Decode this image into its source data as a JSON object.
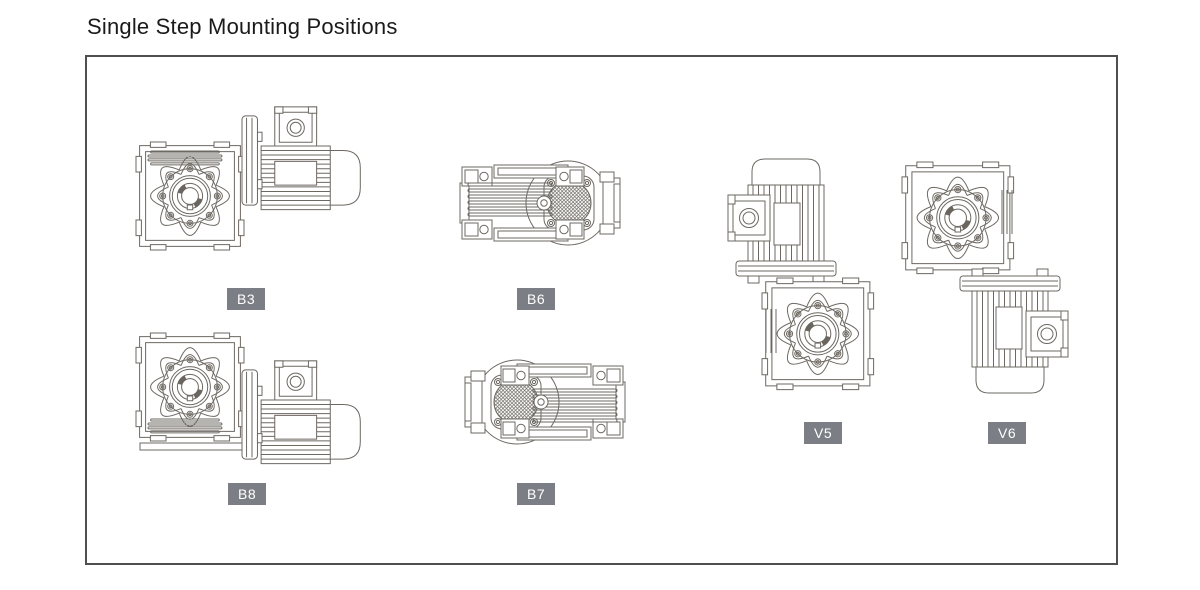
{
  "title": "Single Step Mounting Positions",
  "positions": [
    {
      "label": "B3"
    },
    {
      "label": "B6"
    },
    {
      "label": "B8"
    },
    {
      "label": "B7"
    },
    {
      "label": "V5"
    },
    {
      "label": "V6"
    }
  ],
  "colors": {
    "line": "#6d6862",
    "label_background": "#7b7f85",
    "label_text": "#ffffff",
    "panel_border": "#4f4f4f",
    "page_background": "#ffffff",
    "title_text": "#1a1a1a"
  }
}
